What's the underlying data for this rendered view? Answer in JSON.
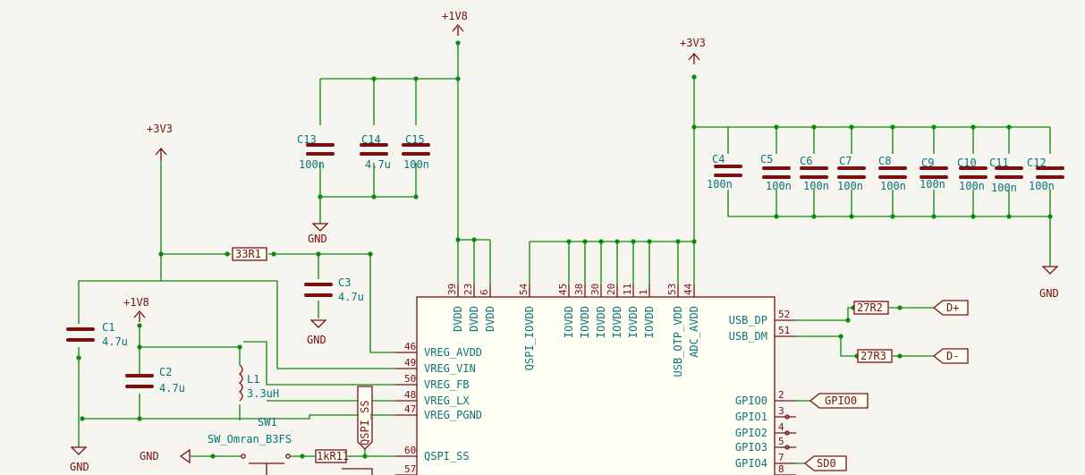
{
  "power": {
    "p1v8_top": "+1V8",
    "p3v3_right": "+3V3",
    "p3v3_left": "+3V3",
    "p1v8_left": "+1V8",
    "gnd": "GND"
  },
  "caps": [
    {
      "id": "c13",
      "ref": "C13",
      "value": "100n"
    },
    {
      "id": "c14",
      "ref": "C14",
      "value": "4.7u"
    },
    {
      "id": "c15",
      "ref": "C15",
      "value": "100n"
    },
    {
      "id": "c4",
      "ref": "C4",
      "value": "100n"
    },
    {
      "id": "c5",
      "ref": "C5",
      "value": "100n"
    },
    {
      "id": "c6",
      "ref": "C6",
      "value": "100n"
    },
    {
      "id": "c7",
      "ref": "C7",
      "value": "100n"
    },
    {
      "id": "c8",
      "ref": "C8",
      "value": "100n"
    },
    {
      "id": "c9",
      "ref": "C9",
      "value": "100n"
    },
    {
      "id": "c10",
      "ref": "C10",
      "value": "100n"
    },
    {
      "id": "c11",
      "ref": "C11",
      "value": "100n"
    },
    {
      "id": "c12",
      "ref": "C12",
      "value": "100n"
    },
    {
      "id": "c3",
      "ref": "C3",
      "value": "4.7u"
    },
    {
      "id": "c1",
      "ref": "C1",
      "value": "4.7u"
    },
    {
      "id": "c2",
      "ref": "C2",
      "value": "4.7u"
    }
  ],
  "resistors": {
    "r1": "33R1",
    "r2": "27R2",
    "r3": "27R3",
    "r11": "1kR11"
  },
  "inductor": {
    "ref": "L1",
    "value": "3.3uH"
  },
  "switch": {
    "ref": "SW1",
    "value": "SW_Omran_B3FS"
  },
  "labels": {
    "dplus": "D+",
    "dminus": "D-",
    "gpio0": "GPIO0",
    "sd0": "SD0",
    "qspi_ss": "QSPI_SS"
  },
  "ic": {
    "top_pins": [
      {
        "num": "39",
        "name": "DVDD"
      },
      {
        "num": "23",
        "name": "DVDD"
      },
      {
        "num": "6",
        "name": "DVDD"
      },
      {
        "num": "54",
        "name": "QSPI_IOVDD"
      },
      {
        "num": "45",
        "name": "IOVDD"
      },
      {
        "num": "38",
        "name": "IOVDD"
      },
      {
        "num": "30",
        "name": "IOVDD"
      },
      {
        "num": "20",
        "name": "IOVDD"
      },
      {
        "num": "11",
        "name": "IOVDD"
      },
      {
        "num": "1",
        "name": "IOVDD"
      },
      {
        "num": "53",
        "name": "USB_OTP_VDD"
      },
      {
        "num": "44",
        "name": "ADC_AVDD"
      }
    ],
    "left_pins": [
      {
        "num": "46",
        "name": "VREG_AVDD"
      },
      {
        "num": "49",
        "name": "VREG_VIN"
      },
      {
        "num": "50",
        "name": "VREG_FB"
      },
      {
        "num": "48",
        "name": "VREG_LX"
      },
      {
        "num": "47",
        "name": "VREG_PGND"
      },
      {
        "num": "60",
        "name": "QSPI_SS"
      },
      {
        "num": "57",
        "name": ""
      }
    ],
    "right_pins": [
      {
        "num": "52",
        "name": "USB_DP"
      },
      {
        "num": "51",
        "name": "USB_DM"
      },
      {
        "num": "2",
        "name": "GPIO0"
      },
      {
        "num": "3",
        "name": "GPIO1"
      },
      {
        "num": "4",
        "name": "GPIO2"
      },
      {
        "num": "5",
        "name": "GPIO3"
      },
      {
        "num": "7",
        "name": "GPIO4"
      },
      {
        "num": "8",
        "name": ""
      }
    ]
  }
}
